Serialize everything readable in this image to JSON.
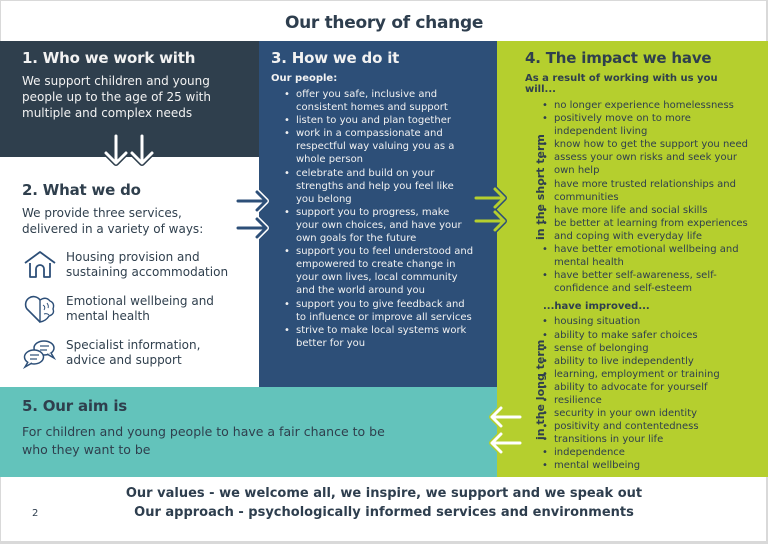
{
  "title": "Our theory of change",
  "section1": {
    "heading": "1. Who we work with",
    "text": "We support children and young people up to the age of 25 with multiple and complex needs"
  },
  "section2": {
    "heading": "2. What we do",
    "text": "We provide three services, delivered in a variety of ways:",
    "services": [
      {
        "icon": "house-icon",
        "label": "Housing provision and sustaining accommodation"
      },
      {
        "icon": "heart-brain-icon",
        "label": "Emotional wellbeing and mental health"
      },
      {
        "icon": "speech-bubbles-icon",
        "label": "Specialist information, advice and support"
      }
    ]
  },
  "section3": {
    "heading": "3. How we do it",
    "subheading": "Our people:",
    "items": [
      "offer you safe, inclusive and consistent homes and support",
      "listen to you and plan together",
      "work in a compassionate and respectful way valuing you as a whole person",
      "celebrate and build on your strengths and help you feel like you belong",
      "support you to progress, make your own choices, and have your own goals for the future",
      "support you to feel understood and empowered to create change in your own lives, local community and the world around you",
      "support you to give feedback and to influence or improve all services",
      "strive to make local systems work better for you"
    ]
  },
  "section4": {
    "heading": "4. The impact we have",
    "subheading": "As a result of working with us you will...",
    "short_term_label": "in the short term",
    "short_term": [
      "no longer experience homelessness",
      "positively move on to more independent living",
      "know how to get the support you need",
      "assess your own risks and seek your own help",
      "have more trusted relationships and communities",
      "have more life and social skills",
      "be better at learning from experiences and coping with everyday life",
      "have better emotional wellbeing and mental health",
      "have better self-awareness, self-confidence and self-esteem"
    ],
    "long_term_intro": "...have improved...",
    "long_term_label": "in the long term",
    "long_term": [
      "housing situation",
      "ability to make safer choices",
      "sense of belonging",
      "ability to live independently",
      "learning, employment or training",
      "ability to advocate for yourself",
      "resilience",
      "security in your own identity",
      "positivity and contentedness",
      "transitions in your life",
      "independence",
      "mental wellbeing"
    ]
  },
  "section5": {
    "heading": "5. Our aim is",
    "text": "For children and young people to have a fair chance to be who they want to be"
  },
  "footer": {
    "values": "Our values - we welcome all, we inspire, we support and we speak out",
    "approach": "Our approach - psychologically informed services and environments",
    "page_number": "2"
  },
  "colors": {
    "dark_slate": "#2f3f4d",
    "navy": "#2d4f78",
    "lime": "#b5cf2e",
    "teal": "#63c3bb"
  }
}
